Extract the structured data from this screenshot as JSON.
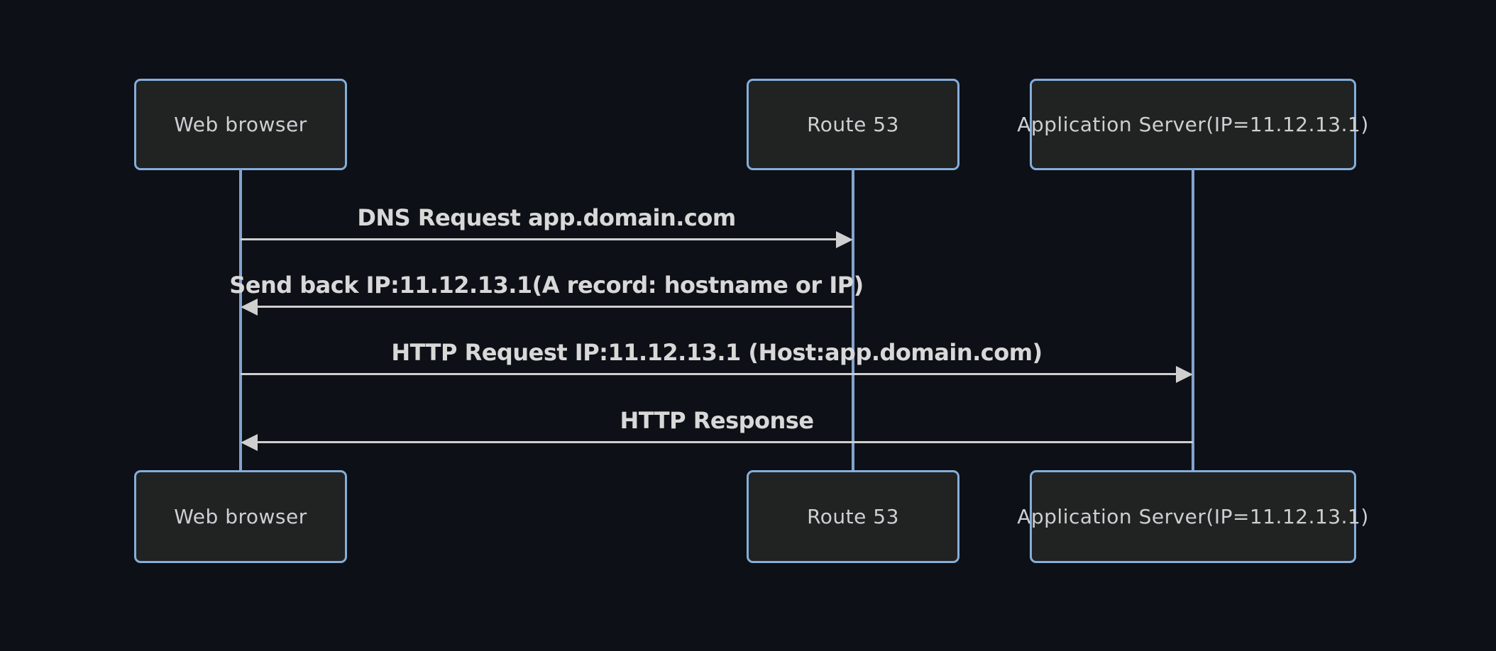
{
  "diagram": {
    "type": "sequence-diagram",
    "title": "",
    "colors": {
      "background": "#0d1016",
      "actor_fill": "#212222",
      "actor_border": "#85aedb",
      "lifeline": "#84a3cf",
      "message_line": "#cfcfcf",
      "actor_text": "#cdd0d2",
      "message_text": "#d8d8d8"
    },
    "actors": [
      {
        "label": "Web browser"
      },
      {
        "label": "Route 53"
      },
      {
        "label": "Application Server(IP=11.12.13.1)"
      }
    ],
    "messages": [
      {
        "label": "DNS Request app.domain.com",
        "from": "Web browser",
        "to": "Route 53",
        "arrow": "right"
      },
      {
        "label": "Send back IP:11.12.13.1(A record: hostname or IP)",
        "from": "Route 53",
        "to": "Web browser",
        "arrow": "left"
      },
      {
        "label": "HTTP Request IP:11.12.13.1 (Host:app.domain.com)",
        "from": "Web browser",
        "to": "Application Server(IP=11.12.13.1)",
        "arrow": "right"
      },
      {
        "label": "HTTP Response",
        "from": "Application Server(IP=11.12.13.1)",
        "to": "Web browser",
        "arrow": "left"
      }
    ]
  }
}
